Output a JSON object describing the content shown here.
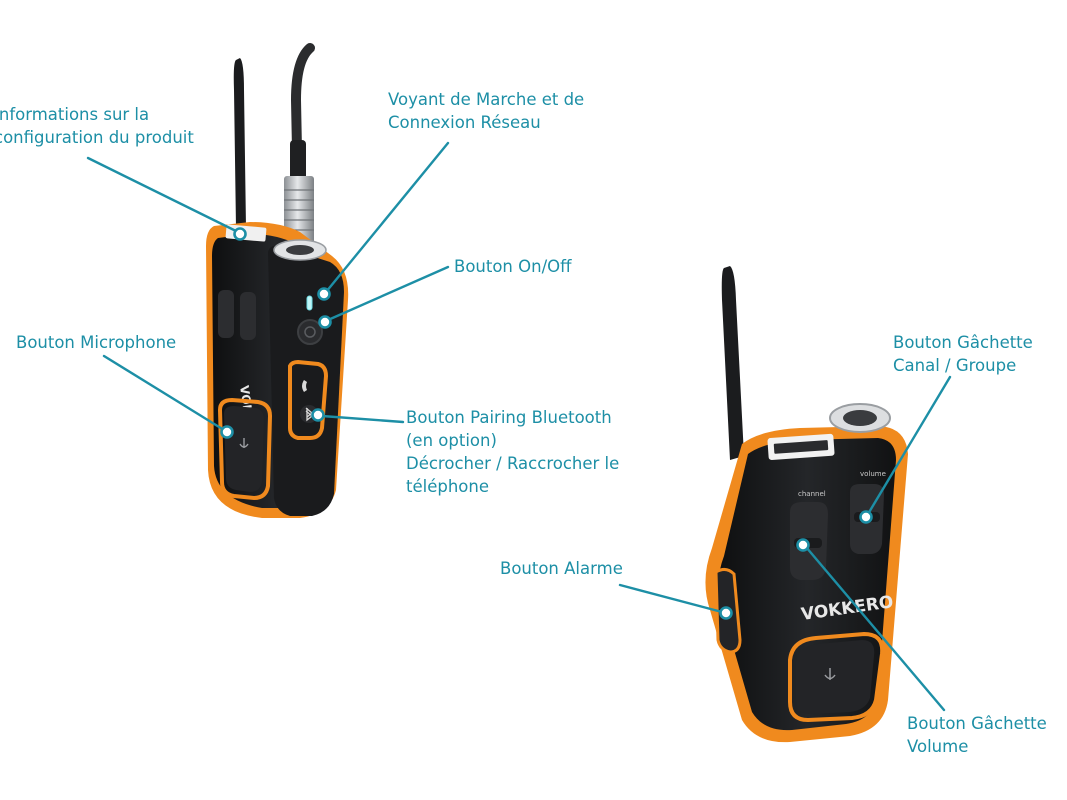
{
  "colors": {
    "accent": "#1d8fa6",
    "device_body": "#18191b",
    "device_trim": "#f08a1e",
    "cable": "#2b2c2e",
    "connector_metal": "#b8bcc0"
  },
  "device_left": {
    "brand": "VOKKERO"
  },
  "device_right": {
    "brand": "VOKKERO",
    "small_labels": [
      "channel",
      "volume"
    ]
  },
  "callouts": {
    "product_info": {
      "lines": [
        "Informations sur la",
        "configuration du produit"
      ]
    },
    "status_led": {
      "lines": [
        "Voyant de Marche et de",
        "Connexion Réseau"
      ]
    },
    "on_off": {
      "lines": [
        "Bouton On/Off"
      ]
    },
    "microphone": {
      "lines": [
        "Bouton Microphone"
      ]
    },
    "bluetooth": {
      "lines": [
        "Bouton Pairing Bluetooth",
        "(en option)",
        "Décrocher / Raccrocher le",
        "téléphone"
      ]
    },
    "trigger_channel": {
      "lines": [
        "Bouton Gâchette",
        "Canal / Groupe"
      ]
    },
    "alarm": {
      "lines": [
        "Bouton Alarme"
      ]
    },
    "trigger_volume": {
      "lines": [
        "Bouton Gâchette",
        "Volume"
      ]
    }
  }
}
